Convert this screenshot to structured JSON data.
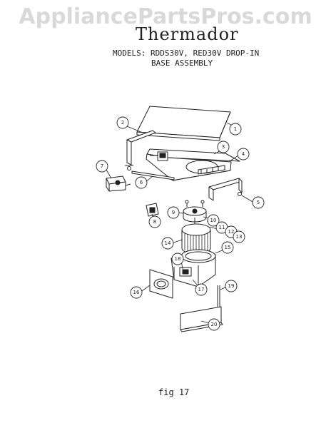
{
  "watermark": "AppliancePartsPros.com",
  "header": {
    "brand": "Thermador",
    "models_line": "MODELS: RDDS30V, RED30V DROP-IN",
    "assembly_line": "BASE ASSEMBLY"
  },
  "callouts": [
    "1",
    "2",
    "3",
    "4",
    "5",
    "6",
    "7",
    "8",
    "9",
    "10",
    "11",
    "12",
    "13",
    "14",
    "15",
    "16",
    "17",
    "18",
    "19",
    "20"
  ],
  "figure_label": "fig 17",
  "colors": {
    "ink": "#222222",
    "watermark": "#d9d9d9",
    "paper": "#ffffff"
  }
}
